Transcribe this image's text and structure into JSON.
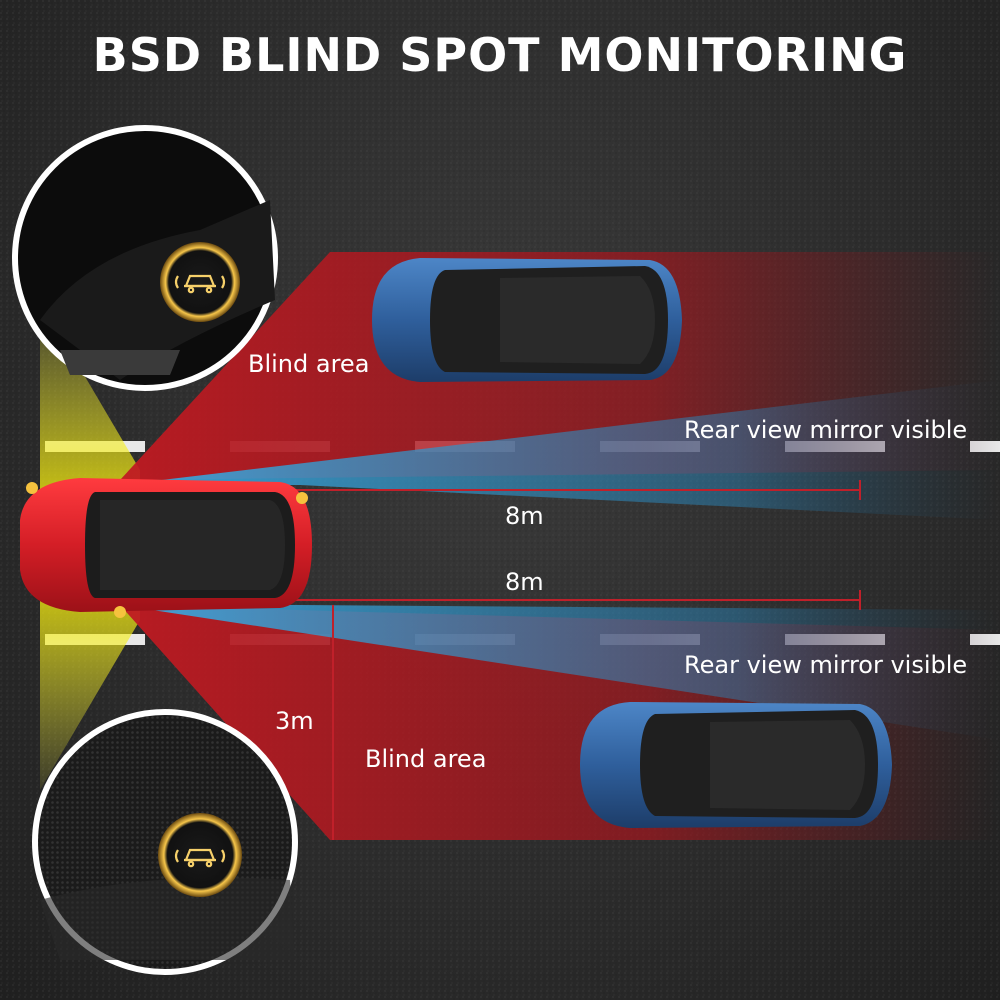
{
  "title": "BSD BLIND SPOT MONITORING",
  "labels": {
    "blind_area_top": "Blind area",
    "mirror_visible_top": "Rear view mirror visible",
    "distance_top": "8m",
    "distance_bottom": "8m",
    "mirror_visible_bottom": "Rear view mirror visible",
    "side_distance": "3m",
    "blind_area_bottom": "Blind area"
  },
  "colors": {
    "road": "#2b2b2b",
    "blind_zone": "#b01a22",
    "mirror_zone": "#3aa0d6",
    "sensor_beam": "#e8e000",
    "ego_car": "#d42027",
    "other_car": "#2f5f9c",
    "indicator_glow": "#f2c94c"
  },
  "icons": [
    "bsd-warning-car-icon",
    "bsd-warning-car-icon"
  ]
}
